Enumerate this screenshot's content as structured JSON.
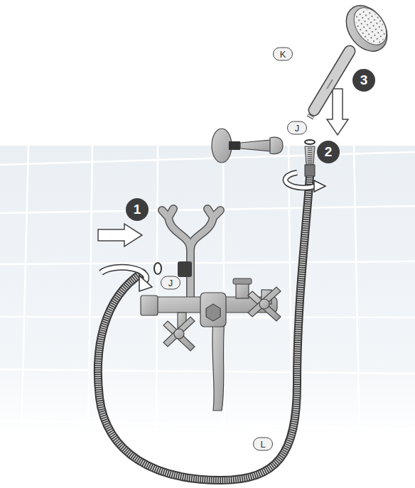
{
  "diagram": {
    "labels": [
      "K",
      "3",
      "J",
      "2",
      "1",
      "J",
      "L"
    ]
  }
}
